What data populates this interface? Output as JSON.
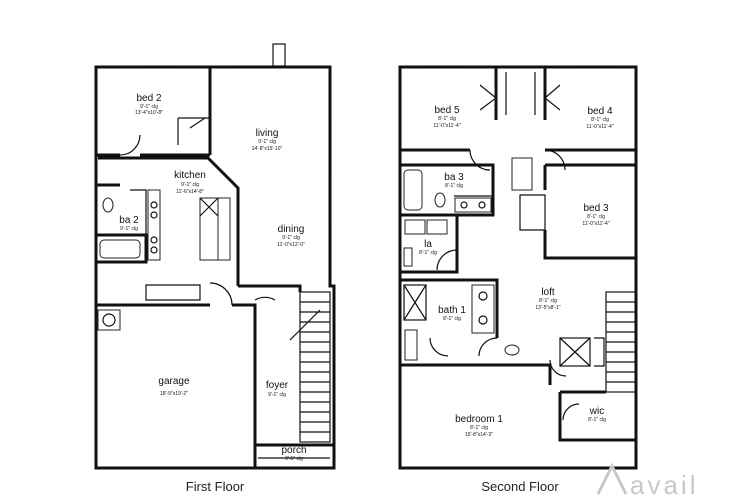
{
  "floors": [
    {
      "name": "First Floor",
      "rooms": [
        {
          "name": "bed 2",
          "clg": "9'-1\" clg",
          "size": "13'-4\"x10'-8\""
        },
        {
          "name": "living",
          "clg": "9'-1\" clg",
          "size": "14'-8\"x15'-10\""
        },
        {
          "name": "kitchen",
          "clg": "9'-1\" clg",
          "size": "11'-6\"x14'-8\""
        },
        {
          "name": "ba 2",
          "clg": "9'-1\" clg",
          "size": ""
        },
        {
          "name": "dining",
          "clg": "9'-1\" clg",
          "size": "11'-0\"x12'-0\""
        },
        {
          "name": "garage",
          "clg": "",
          "size": "18'-9\"x19'-2\""
        },
        {
          "name": "foyer",
          "clg": "9'-1\" clg",
          "size": ""
        },
        {
          "name": "porch",
          "clg": "9'-1\" clg",
          "size": ""
        }
      ]
    },
    {
      "name": "Second Floor",
      "rooms": [
        {
          "name": "bed 5",
          "clg": "8'-1\" clg",
          "size": "11'-0\"x11'-4\""
        },
        {
          "name": "bed 4",
          "clg": "8'-1\" clg",
          "size": "11'-0\"x11'-4\""
        },
        {
          "name": "ba 3",
          "clg": "8'-1\" clg",
          "size": ""
        },
        {
          "name": "bed 3",
          "clg": "8'-1\" clg",
          "size": "11'-0\"x11'-4\""
        },
        {
          "name": "la",
          "clg": "8'-1\" clg",
          "size": ""
        },
        {
          "name": "loft",
          "clg": "8'-1\" clg",
          "size": "13'-5\"x8'-1\""
        },
        {
          "name": "bath 1",
          "clg": "8'-1\" clg",
          "size": ""
        },
        {
          "name": "bedroom 1",
          "clg": "8'-1\" clg",
          "size": "15'-8\"x14'-3\""
        },
        {
          "name": "wic",
          "clg": "8'-1\" clg",
          "size": ""
        }
      ]
    }
  ],
  "watermark": "avail",
  "colors": {
    "line": "#111111",
    "background": "#ffffff",
    "watermark": "#c8c8c8"
  }
}
